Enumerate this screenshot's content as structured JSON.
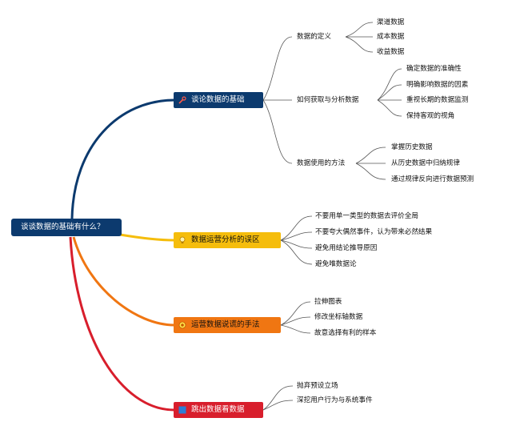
{
  "root": {
    "label": "谈谈数据的基础有什么？"
  },
  "branches": [
    {
      "label": "谈论数据的基础",
      "icon": "tools-icon",
      "color": "#0c3a6e",
      "children": [
        {
          "label": "数据的定义",
          "children": [
            "渠道数据",
            "成本数据",
            "收益数据"
          ]
        },
        {
          "label": "如何获取与分析数据",
          "children": [
            "确定数据的准确性",
            "明确影响数据的因素",
            "重视长期的数据监测",
            "保持客观的视角"
          ]
        },
        {
          "label": "数据使用的方法",
          "children": [
            "掌握历史数据",
            "从历史数据中归纳规律",
            "通过规律反向进行数据预测"
          ]
        }
      ]
    },
    {
      "label": "数据运营分析的误区",
      "icon": "lightbulb-icon",
      "color": "#f5bd0c",
      "children": [
        {
          "label": "不要用单一类型的数据去评价全局"
        },
        {
          "label": "不要夸大偶然事件，认为带来必然结果"
        },
        {
          "label": "避免用结论推导原因"
        },
        {
          "label": "避免唯数据论"
        }
      ]
    },
    {
      "label": "运营数据说谎的手法",
      "icon": "target-icon",
      "color": "#f07612",
      "children": [
        {
          "label": "拉伸图表"
        },
        {
          "label": "修改坐标轴数据"
        },
        {
          "label": "故意选择有利的样本"
        }
      ]
    },
    {
      "label": "跳出数据看数据",
      "icon": "square-icon",
      "color": "#d81e2c",
      "children": [
        {
          "label": "抛弃预设立场"
        },
        {
          "label": "深挖用户行为与系统事件"
        }
      ]
    }
  ]
}
